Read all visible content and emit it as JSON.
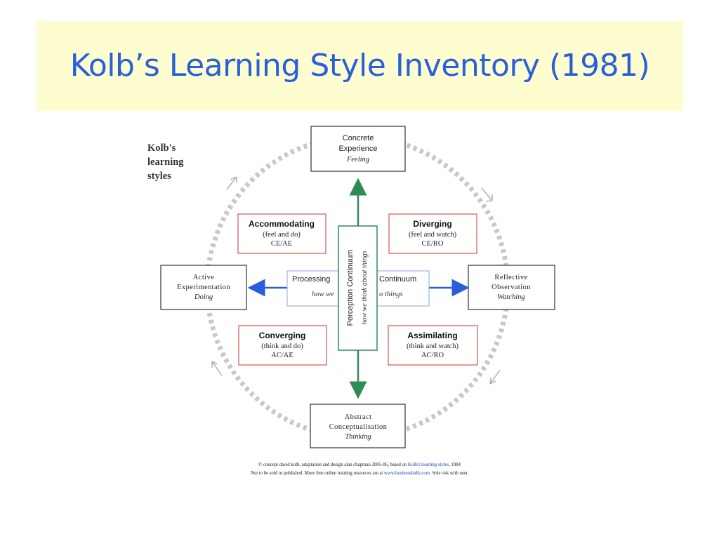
{
  "slide_title": "Kolb’s Learning Style Inventory (1981)",
  "diagram": {
    "heading": [
      "Kolb's",
      "learning",
      "styles"
    ],
    "poles": {
      "top": {
        "line1": "Concrete",
        "line2": "Experience",
        "line3": "Feeling"
      },
      "right": {
        "line1": "Reflective",
        "line2": "Observation",
        "line3": "Watching"
      },
      "bottom": {
        "line1": "Abstract",
        "line2": "Conceptualisation",
        "line3": "Thinking"
      },
      "left": {
        "line1": "Active",
        "line2": "Experimentation",
        "line3": "Doing"
      }
    },
    "styles": {
      "accommodating": {
        "name": "Accommodating",
        "desc": "(feel and do)",
        "code": "CE/AE"
      },
      "diverging": {
        "name": "Diverging",
        "desc": "(feel and watch)",
        "code": "CE/RO"
      },
      "converging": {
        "name": "Converging",
        "desc": "(think and do)",
        "code": "AC/AE"
      },
      "assimilating": {
        "name": "Assimilating",
        "desc": "(think and watch)",
        "code": "AC/RO"
      }
    },
    "processing": {
      "left": "Processing",
      "right": "Continuum",
      "sub_left": "how we",
      "sub_right": "o things"
    },
    "perception": {
      "label": "Perception Continuum",
      "sub": "how we think about things"
    },
    "colors": {
      "style_box_border": "#d9534f",
      "vertical_arrow": "#2e8b57",
      "horizontal_arrow": "#2a5fdc",
      "title": "#2a5fdc",
      "cycle_dashes": "#c8c8c8"
    }
  },
  "footer": {
    "line1_pre": "© concept david kolb, adaptation and design alan chapman 2005-06, based on ",
    "line1_link": "Kolb's learning styles",
    "line1_post": ", 1984",
    "line2_pre": "Not to be sold or published. More free online training resources are at ",
    "line2_link": "www.businessballs.com",
    "line2_post": ". Sole risk with user."
  }
}
